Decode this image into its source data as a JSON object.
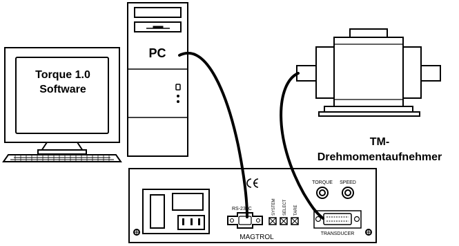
{
  "monitor": {
    "label_line1": "Torque 1.0",
    "label_line2": "Software"
  },
  "pc": {
    "label": "PC"
  },
  "transducer": {
    "label_line1": "TM-",
    "label_line2": "Drehmomentaufnehmer"
  },
  "controller": {
    "brand": "MAGTROL",
    "port_rs232": "RS-232C",
    "button_system": "SYSTEM",
    "button_select": "SELECT",
    "button_tare": "TARE",
    "connector_torque": "TORQUE",
    "connector_speed": "SPEED",
    "port_transducer": "TRANSDUCER"
  },
  "colors": {
    "stroke": "#000000",
    "background": "#ffffff"
  }
}
